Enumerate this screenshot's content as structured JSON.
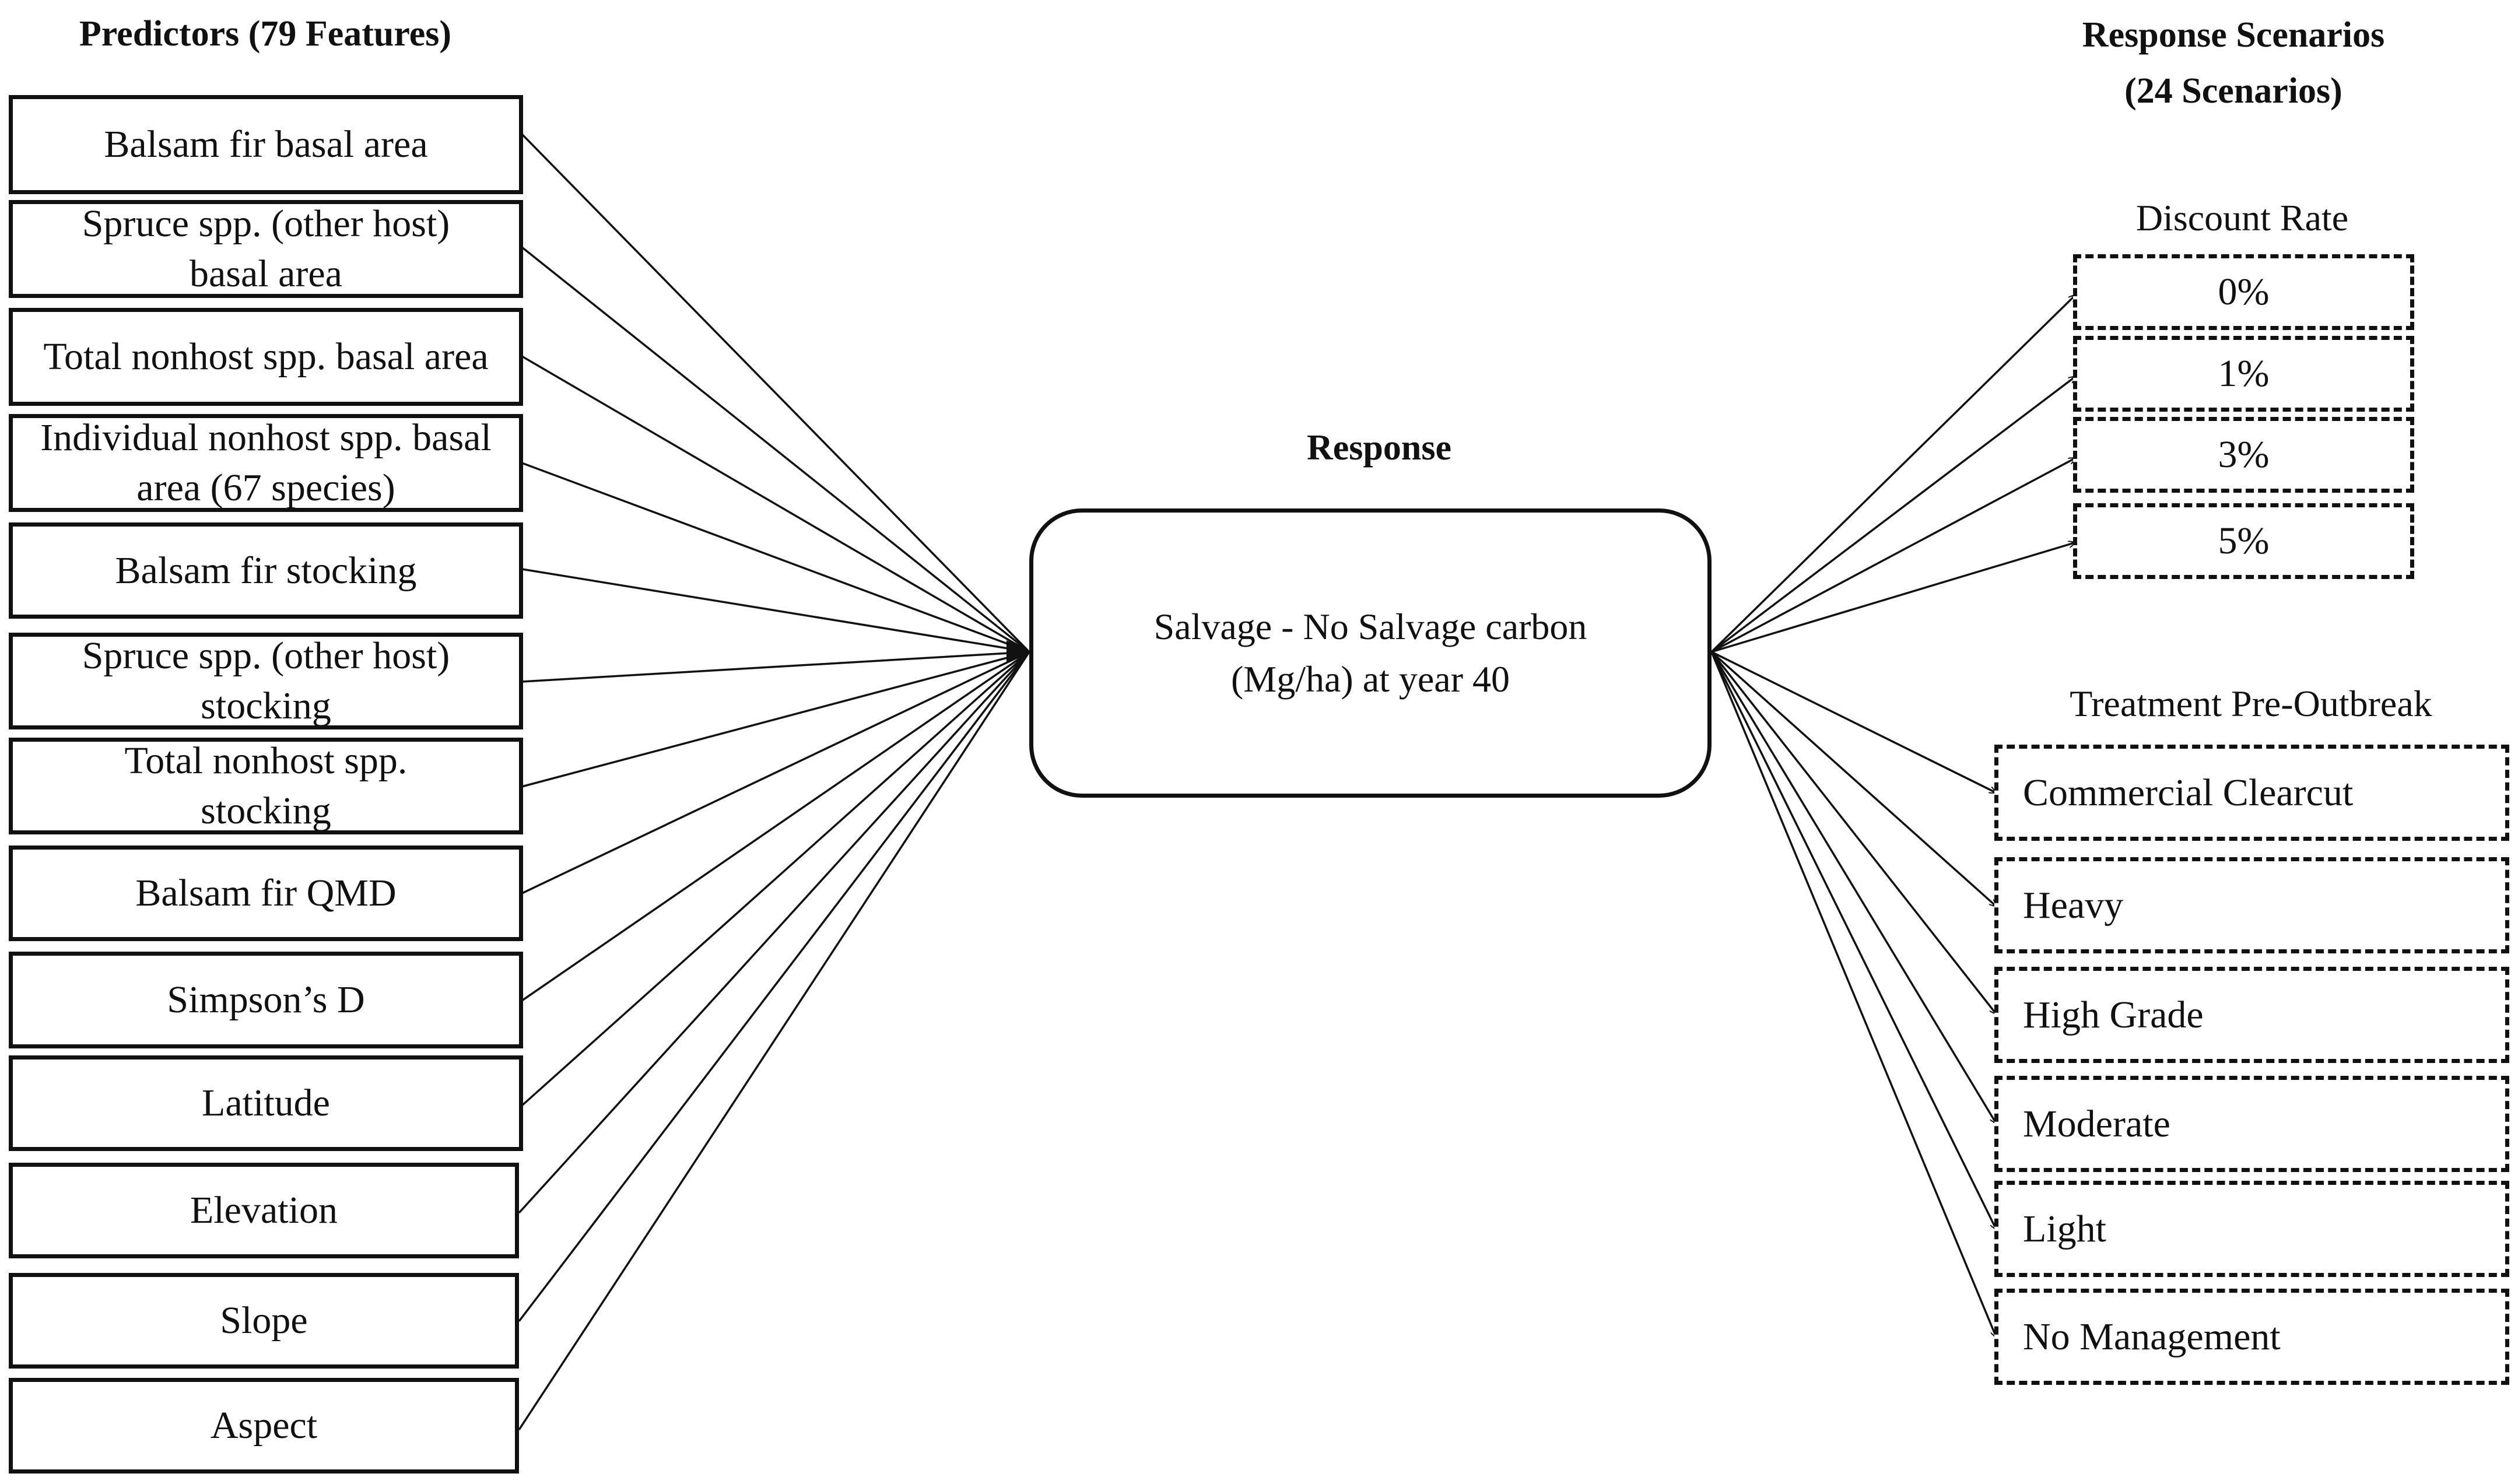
{
  "predictors": {
    "title": "Predictors (79 Features)",
    "items": [
      "Balsam fir basal area",
      "Spruce spp. (other host) basal area",
      "Total nonhost spp. basal area",
      "Individual nonhost spp. basal area (67 species)",
      "Balsam fir stocking",
      "Spruce spp. (other host) stocking",
      "Total nonhost spp. stocking",
      "Balsam fir QMD",
      "Simpson’s D",
      "Latitude",
      "Elevation",
      "Slope",
      "Aspect"
    ]
  },
  "response": {
    "title": "Response",
    "line1": "Salvage - No Salvage carbon",
    "line2": "(Mg/ha) at year 40"
  },
  "scenarios": {
    "title_line1": "Response Scenarios",
    "title_line2": "(24 Scenarios)",
    "discount_title": "Discount Rate",
    "discount_rates": [
      "0%",
      "1%",
      "3%",
      "5%"
    ],
    "treatment_title": "Treatment Pre-Outbreak",
    "treatments": [
      "Commercial Clearcut",
      "Heavy",
      "High Grade",
      "Moderate",
      "Light",
      "No Management"
    ]
  }
}
